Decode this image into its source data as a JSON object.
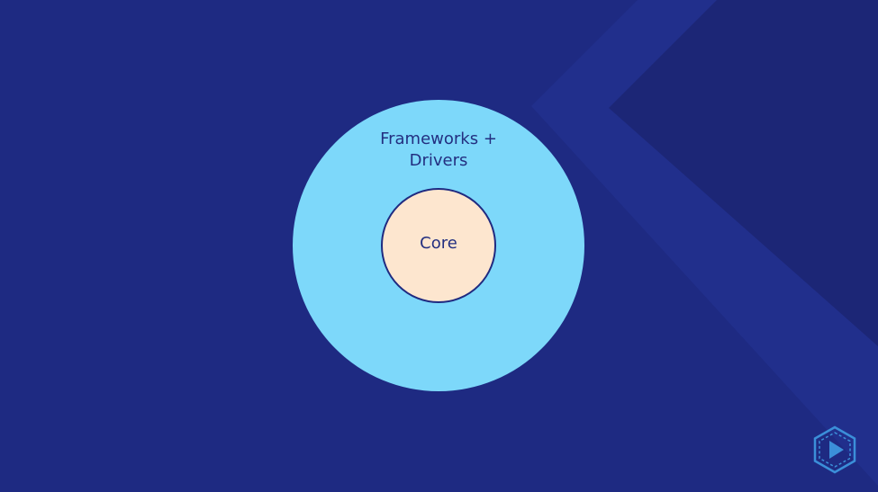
{
  "diagram": {
    "outer_layer": {
      "line1": "Frameworks +",
      "line2": "Drivers"
    },
    "inner_layer": {
      "label": "Core"
    }
  },
  "colors": {
    "background": "#1e2a82",
    "background_shape": "#212f8c",
    "background_shape_dark": "#1c2676",
    "outer_circle": "#7dd8fa",
    "inner_circle": "#fde6cf",
    "text": "#232f80",
    "logo": "#3b8fd9"
  },
  "icons": {
    "brand_logo": "play-hexagon-icon"
  }
}
